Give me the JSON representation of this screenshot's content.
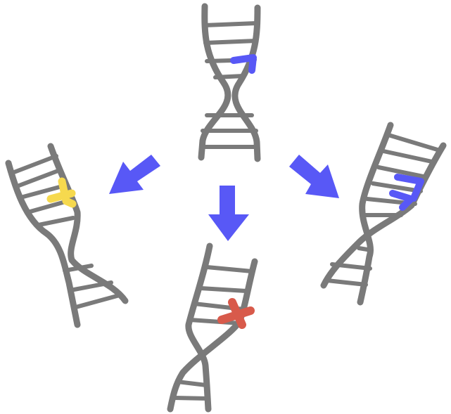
{
  "colors": {
    "background": "#ffffff",
    "dna": "#7a7a7a",
    "arrow": "#5858f6",
    "variant_blue": "#5858f6",
    "variant_yellow": "#f6d94e",
    "variant_red": "#d85a4b"
  },
  "diagram": {
    "nodes": [
      {
        "id": "original",
        "icon": "dna-helix-icon",
        "mark": "blue-highlight"
      },
      {
        "id": "variant-left",
        "icon": "dna-helix-icon",
        "mark": "yellow-highlight"
      },
      {
        "id": "variant-center",
        "icon": "dna-helix-icon",
        "mark": "red-cross"
      },
      {
        "id": "variant-right",
        "icon": "dna-helix-icon",
        "mark": "double-blue-highlight"
      }
    ],
    "edges": [
      {
        "from": "original",
        "to": "variant-left",
        "icon": "arrow-icon"
      },
      {
        "from": "original",
        "to": "variant-center",
        "icon": "arrow-icon"
      },
      {
        "from": "original",
        "to": "variant-right",
        "icon": "arrow-icon"
      }
    ]
  }
}
